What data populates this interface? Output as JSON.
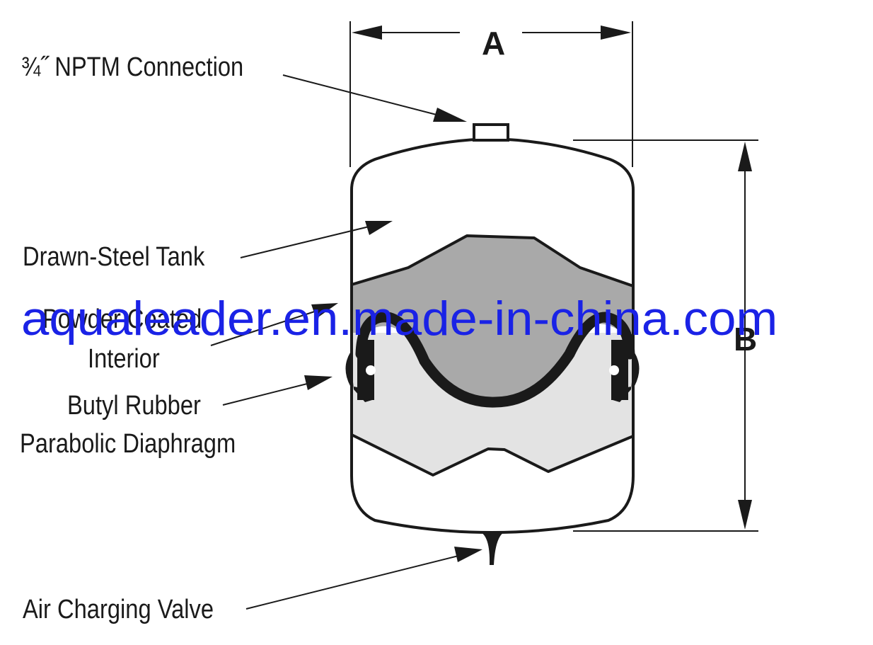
{
  "labels": {
    "connection": "¾˝ NPTM Connection",
    "tank": "Drawn-Steel Tank",
    "coating_line1": "Powder Coated",
    "coating_line2": "Interior",
    "diaphragm_line1": "Butyl Rubber",
    "diaphragm_line2": "Parabolic Diaphragm",
    "valve": "Air Charging Valve"
  },
  "dimensions": {
    "width_label": "A",
    "height_label": "B"
  },
  "watermark": "aqualeader.en.made-in-china.com",
  "colors": {
    "outline": "#1a1a1a",
    "water_fill": "#a9a9a9",
    "air_fill": "#e3e3e3",
    "watermark": "#1a22e6"
  }
}
